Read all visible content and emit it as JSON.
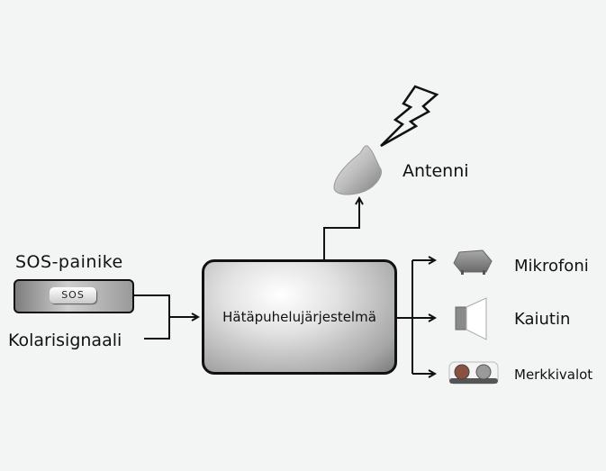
{
  "diagram": {
    "inputs": {
      "sos_label": "SOS-painike",
      "sos_button_text": "SOS",
      "crash_signal_label": "Kolarisignaali"
    },
    "core": {
      "label": "Hätäpuhelujärjestelmä"
    },
    "antenna": {
      "label": "Antenni",
      "icon": "antenna-icon",
      "signal_icon": "lightning-icon"
    },
    "outputs": [
      {
        "label": "Mikrofoni",
        "icon": "microphone-icon"
      },
      {
        "label": "Kaiutin",
        "icon": "speaker-icon"
      },
      {
        "label": "Merkkivalot",
        "icon": "indicator-lights-icon"
      }
    ],
    "colors": {
      "background": "#f3f4f4",
      "line": "#111111",
      "indicator_red": "#8a5040",
      "indicator_gray": "#9a9a9a"
    }
  }
}
